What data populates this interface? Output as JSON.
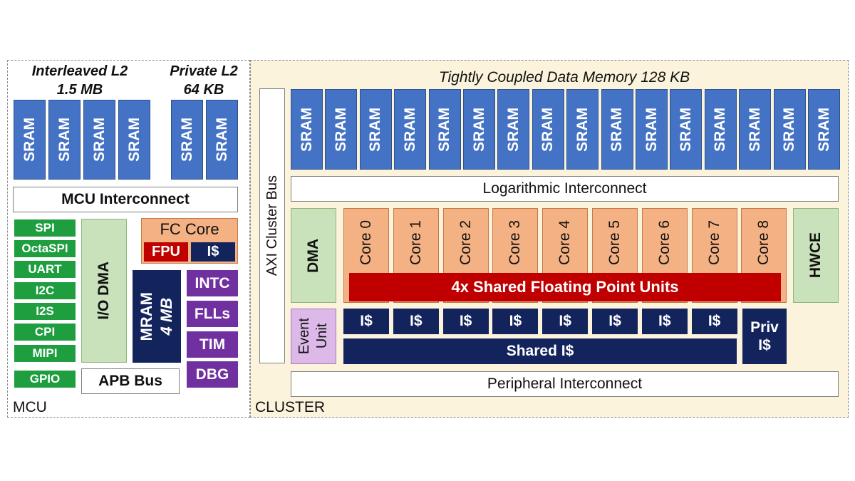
{
  "mcu": {
    "panel_label": "MCU",
    "l2_interleaved": {
      "line1": "Interleaved L2",
      "line2": "1.5 MB"
    },
    "l2_private": {
      "line1": "Private L2",
      "line2": "64 KB"
    },
    "sram_label": "SRAM",
    "interconnect": "MCU Interconnect",
    "peripherals": [
      "SPI",
      "OctaSPI",
      "UART",
      "I2C",
      "I2S",
      "CPI",
      "MIPI"
    ],
    "gpio": "GPIO",
    "io_dma": "I/O DMA",
    "apb_bus": "APB Bus",
    "fc_core": "FC Core",
    "fpu": "FPU",
    "icache": "I$",
    "mram": {
      "line1": "MRAM",
      "line2": "4 MB"
    },
    "purple_blocks": [
      "INTC",
      "FLLs",
      "TIM",
      "DBG"
    ]
  },
  "cluster": {
    "panel_label": "CLUSTER",
    "tcdm_title": "Tightly Coupled Data Memory 128 KB",
    "sram_label": "SRAM",
    "axi_bus": "AXI Cluster Bus",
    "log_interconnect": "Logarithmic Interconnect",
    "dma": "DMA",
    "cores": [
      "Core 0",
      "Core 1",
      "Core 2",
      "Core 3",
      "Core 4",
      "Core 5",
      "Core 6",
      "Core 7",
      "Core 8"
    ],
    "fpu_shared": "4x Shared Floating Point Units",
    "hwce": "HWCE",
    "event_unit": {
      "line1": "Event",
      "line2": "Unit"
    },
    "icache_label": "I$",
    "shared_icache": "Shared I$",
    "priv_icache": {
      "line1": "Priv",
      "line2": "I$"
    },
    "periph_interconnect": "Peripheral Interconnect"
  },
  "colors": {
    "sram": "#4472c4",
    "peripheral_green": "#1f9e40",
    "dma_green": "#c9e2bb",
    "core_orange": "#f4b183",
    "cache_navy": "#13235c",
    "purple": "#7030a0",
    "fpu_red": "#c00000",
    "event_lavender": "#dcb9e8",
    "cluster_bg": "#fcf3dc"
  }
}
